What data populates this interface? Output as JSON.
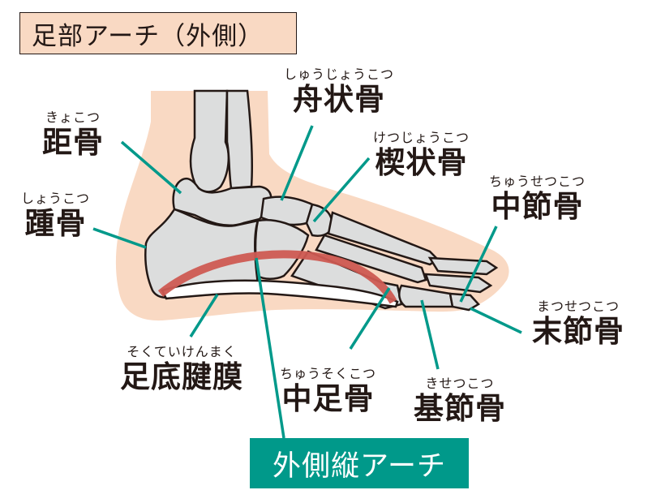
{
  "title": "足部アーチ（外側）",
  "colors": {
    "skin": "#f9d9c3",
    "bone": "#dcdddd",
    "outline": "#231815",
    "leader_line": "#00998a",
    "arch_band": "#cd5a52",
    "fascia": "#ffffff",
    "arch_label_bg": "#00998a"
  },
  "labels": {
    "talus": {
      "ruby": "きょこつ",
      "name": "距骨"
    },
    "calcaneus": {
      "ruby": "しょうこつ",
      "name": "踵骨"
    },
    "navicular": {
      "ruby": "しゅうじょうこつ",
      "name": "舟状骨"
    },
    "cuneiform": {
      "ruby": "けつじょうこつ",
      "name": "楔状骨"
    },
    "middle_phalanx": {
      "ruby": "ちゅうせつこつ",
      "name": "中節骨"
    },
    "distal_phalanx": {
      "ruby": "まつせつこつ",
      "name": "末節骨"
    },
    "plantar_fascia": {
      "ruby": "そくていけんまく",
      "name": "足底腱膜"
    },
    "metatarsal": {
      "ruby": "ちゅうそくこつ",
      "name": "中足骨"
    },
    "proximal_phalanx": {
      "ruby": "きせつこつ",
      "name": "基節骨"
    }
  },
  "arch_label": "外側縦アーチ"
}
